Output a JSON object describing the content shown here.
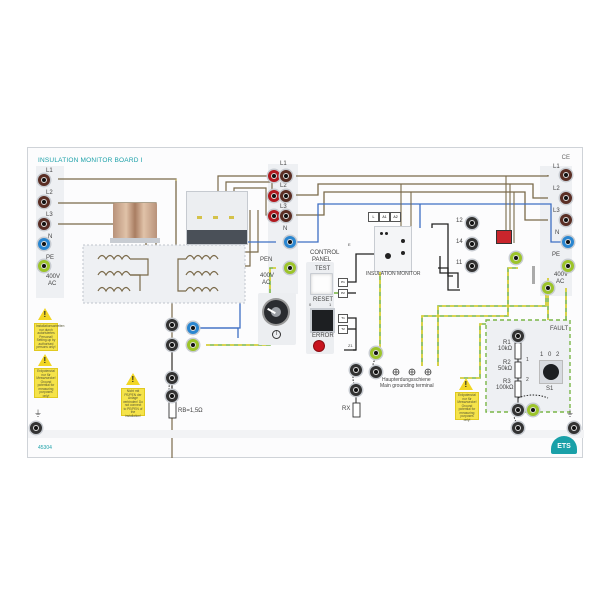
{
  "board": {
    "title": "INSULATION MONITOR BOARD I",
    "article_number": "45304",
    "ce_mark": "CE",
    "logo": "ETS"
  },
  "left_terminals": {
    "labels": [
      "L1",
      "L2",
      "L3",
      "N",
      "PE"
    ],
    "voltage": "400V",
    "voltage_type": "AC"
  },
  "center_terminals": {
    "labels": [
      "L1",
      "L2",
      "L3",
      "N"
    ],
    "pen_label": "PEN",
    "voltage": "400V",
    "voltage_type": "AC"
  },
  "right_terminals": {
    "labels": [
      "L1",
      "L2",
      "L3",
      "N",
      "PE"
    ],
    "voltage": "400V",
    "voltage_type": "AC"
  },
  "control_panel": {
    "title_line1": "CONTROL",
    "title_line2": "PANEL",
    "test_label": "TEST",
    "reset_label": "RESET",
    "error_label": "ERROR",
    "switch_positions": [
      "0",
      "1"
    ],
    "key_switch_symbol": "I",
    "small_boxes": [
      "P1",
      "P2",
      "T1",
      "T2"
    ],
    "line_marker": "Z1",
    "colors": {
      "error_lamp": "#c8141e"
    }
  },
  "insulation_monitor": {
    "label": "INSULATION MONITOR",
    "inputs": [
      "L",
      "A1",
      "A2"
    ],
    "relay_terminals": [
      "12",
      "14",
      "11"
    ],
    "marker": "E"
  },
  "fault_panel": {
    "title": "FAULT",
    "resistors": [
      {
        "name": "R1",
        "value": "10kΩ"
      },
      {
        "name": "R2",
        "value": "50kΩ"
      },
      {
        "name": "R3",
        "value": "100kΩ"
      }
    ],
    "switch_label": "S1",
    "switch_positions": [
      "1",
      "0",
      "2"
    ],
    "contacts": [
      "1",
      "2"
    ]
  },
  "grounding": {
    "label_de": "Haupterdungsschiene",
    "label_en": "Main grounding terminal",
    "rb_label": "RB=1,5Ω",
    "rx_label": "RX"
  },
  "warnings": {
    "setup": "Installationsarbeiten nur durch autorisiertes Personal! Setting-up by authorised persons only!",
    "earth_left": "Erdpotenzial nur für Messzwecke! Ground potential for measuring purposes only!",
    "pen": "Nicht mit PE/PEN der Anlage verbinden! Do not connect to PE/PEN of the installation!",
    "earth_right": "Erdpotenzial nur für Messzwecke! Ground potential for measuring purposes only!"
  },
  "colors": {
    "phase": "#7a6a4a",
    "neutral": "#3e6fc4",
    "pe": "#7ab648",
    "teal": "#1aa0a8",
    "socket_brown": "#5a2e24",
    "socket_red": "#b0191f",
    "socket_blue": "#2a86d0",
    "socket_green": "#9cc42a",
    "warning_yellow": "#f5e34a"
  }
}
